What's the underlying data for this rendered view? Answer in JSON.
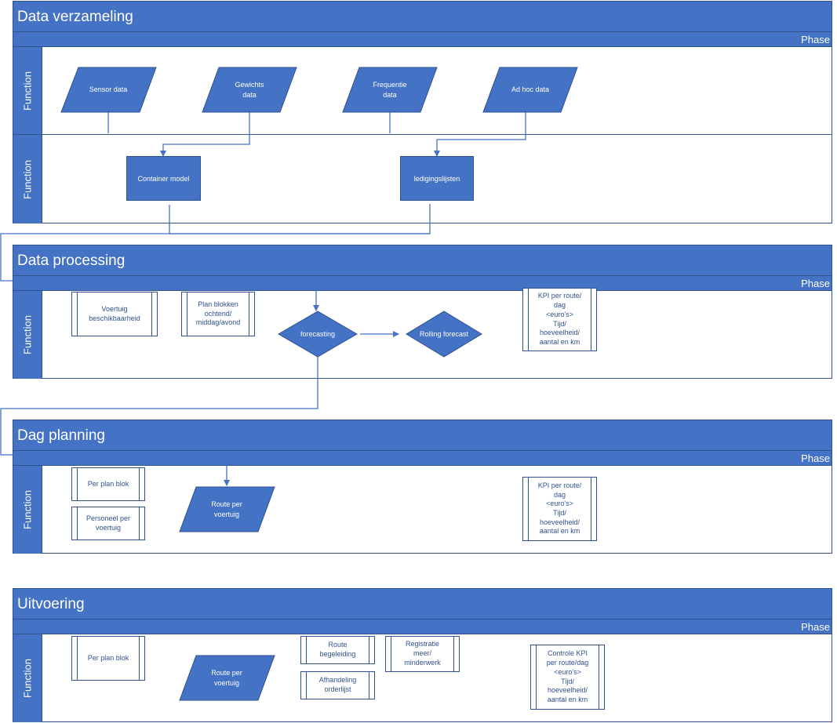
{
  "lane_label": "Function",
  "phase_label": "Phase",
  "pools": [
    {
      "title": "Data verzameling"
    },
    {
      "title": "Data processing"
    },
    {
      "title": "Dag planning"
    },
    {
      "title": "Uitvoering"
    }
  ],
  "nodes": {
    "sensor": "Sensor data",
    "gewicht": "Gewichts\ndata",
    "frequentie": "Frequentie\ndata",
    "adhoc": "Ad hoc data",
    "container": "Container model",
    "lediging": "ledigingslijsten",
    "voertuig": "Voertuig\nbeschikbaarheid",
    "planblokken": "Plan blokken\nochtend/\nmiddag/avond",
    "forecasting": "forecasting",
    "rolling": "Rolling forecast",
    "kpi1": "KPI per route/\ndag\n<euro's>\nTijd/\nhoeveelheid/\naantal en km",
    "perplanblok1": "Per plan blok",
    "personeel": "Personeel per\nvoertuig",
    "route1": "Route per\nvoertuig",
    "kpi2": "KPI per route/\ndag\n<euro's>\nTijd/\nhoeveelheid/\naantal en km",
    "perplanblok2": "Per plan blok",
    "route2": "Route per\nvoertuig",
    "routebegeleiding": "Route\nbegeleiding",
    "afhandeling": "Afhandeling\norderlijst",
    "registratie": "Registratie\nmeer/\nminderwerk",
    "controlekpi": "Controle KPI\nper route/dag\n<euro's>\nTijd/\nhoeveelheid/\naantal en km"
  }
}
